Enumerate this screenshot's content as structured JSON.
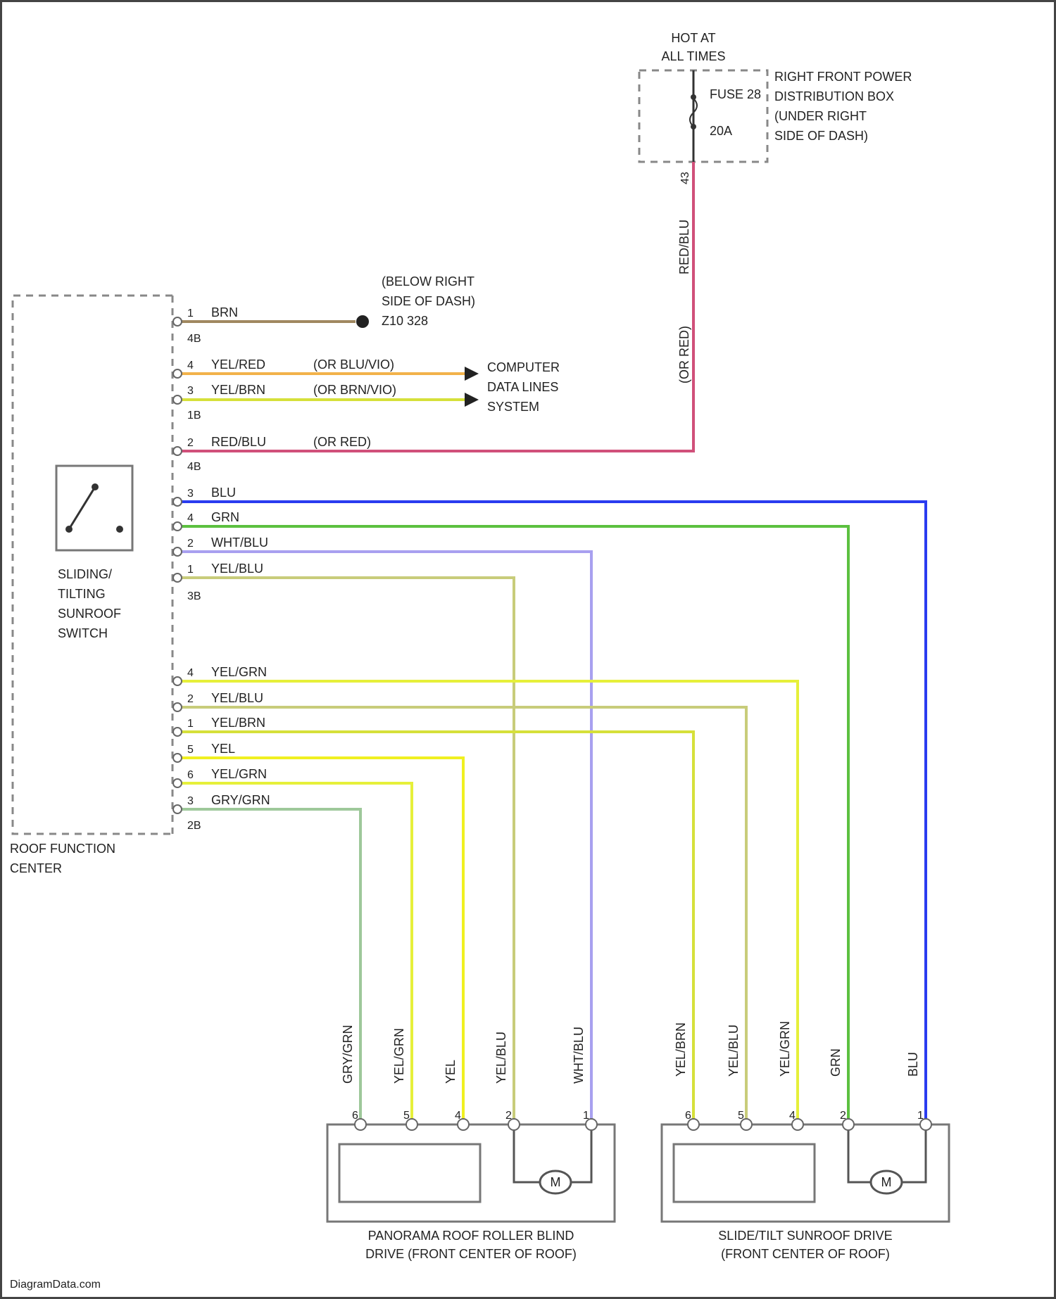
{
  "power": {
    "hot_label_1": "HOT AT",
    "hot_label_2": "ALL TIMES",
    "fuse_name": "FUSE 28",
    "fuse_rating": "20A",
    "box_line_1": "RIGHT FRONT POWER",
    "box_line_2": "DISTRIBUTION BOX",
    "box_line_3": "(UNDER RIGHT",
    "box_line_4": "SIDE OF DASH)",
    "pin": "43",
    "wire_label": "RED/BLU",
    "wire_alt_label": "(OR RED)"
  },
  "ground": {
    "line_1": "(BELOW RIGHT",
    "line_2": "SIDE OF DASH)",
    "line_3": "Z10 328"
  },
  "data_lines": {
    "line_1": "COMPUTER",
    "line_2": "DATA LINES",
    "line_3": "SYSTEM"
  },
  "roof_center": {
    "name_1": "ROOF FUNCTION",
    "name_2": "CENTER",
    "connectors": {
      "c1": "4B",
      "c2": "1B",
      "c3": "4B",
      "c4": "3B",
      "c5": "2B"
    },
    "wires": [
      {
        "pin": "1",
        "label": "BRN",
        "alt": ""
      },
      {
        "pin": "4",
        "label": "YEL/RED",
        "alt": "(OR BLU/VIO)"
      },
      {
        "pin": "3",
        "label": "YEL/BRN",
        "alt": "(OR BRN/VIO)"
      },
      {
        "pin": "2",
        "label": "RED/BLU",
        "alt": "(OR RED)"
      },
      {
        "pin": "3",
        "label": "BLU",
        "alt": ""
      },
      {
        "pin": "4",
        "label": "GRN",
        "alt": ""
      },
      {
        "pin": "2",
        "label": "WHT/BLU",
        "alt": ""
      },
      {
        "pin": "1",
        "label": "YEL/BLU",
        "alt": ""
      },
      {
        "pin": "4",
        "label": "YEL/GRN",
        "alt": ""
      },
      {
        "pin": "2",
        "label": "YEL/BLU",
        "alt": ""
      },
      {
        "pin": "1",
        "label": "YEL/BRN",
        "alt": ""
      },
      {
        "pin": "5",
        "label": "YEL",
        "alt": ""
      },
      {
        "pin": "6",
        "label": "YEL/GRN",
        "alt": ""
      },
      {
        "pin": "3",
        "label": "GRY/GRN",
        "alt": ""
      }
    ]
  },
  "switch": {
    "line_1": "SLIDING/",
    "line_2": "TILTING",
    "line_3": "SUNROOF",
    "line_4": "SWITCH"
  },
  "left_drive": {
    "name_1": "PANORAMA ROOF ROLLER BLIND",
    "name_2": "DRIVE (FRONT CENTER OF ROOF)",
    "motor": "M",
    "wires": [
      {
        "label": "GRY/GRN",
        "pin": "6"
      },
      {
        "label": "YEL/GRN",
        "pin": "5"
      },
      {
        "label": "YEL",
        "pin": "4"
      },
      {
        "label": "YEL/BLU",
        "pin": "2"
      },
      {
        "label": "WHT/BLU",
        "pin": "1"
      }
    ]
  },
  "right_drive": {
    "name_1": "SLIDE/TILT SUNROOF DRIVE",
    "name_2": "(FRONT CENTER OF ROOF)",
    "motor": "M",
    "wires": [
      {
        "label": "YEL/BRN",
        "pin": "6"
      },
      {
        "label": "YEL/BLU",
        "pin": "5"
      },
      {
        "label": "YEL/GRN",
        "pin": "4"
      },
      {
        "label": "GRN",
        "pin": "2"
      },
      {
        "label": "BLU",
        "pin": "1"
      }
    ]
  },
  "watermark": "DiagramData.com",
  "colors": {
    "red_blu": "#d0507a",
    "brown": "#a08860",
    "yel_red": "#f2b24a",
    "yel_brn": "#d6e03a",
    "blue": "#2a3cf0",
    "green": "#5cc040",
    "wht_blu": "#a8a0f0",
    "yel_blu": "#c8cc7a",
    "yel_grn": "#e6f03a",
    "yel": "#f0f020",
    "gry_grn": "#9ec89a"
  }
}
